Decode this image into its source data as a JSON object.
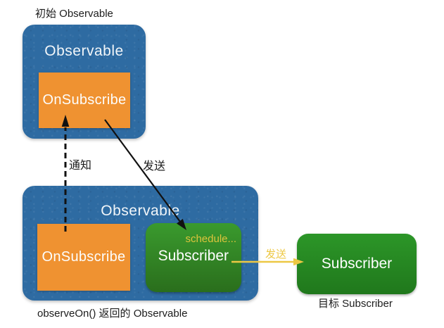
{
  "colors": {
    "blue": "#2e6ba2",
    "orange": "#ef9231",
    "green_gradient_top": "#3a9a2e",
    "green_gradient_bottom": "#2a6e1c",
    "target_green_top": "#2c9628",
    "target_green_bottom": "#20781c",
    "yellow": "#edc844",
    "text": "#1c1c1c",
    "white": "#ffffff"
  },
  "source_observable": {
    "caption": "初始 Observable",
    "title": "Observable",
    "on_subscribe_label": "OnSubscribe"
  },
  "returned_observable": {
    "title": "Observable",
    "on_subscribe_label": "OnSubscribe",
    "inner_subscriber": {
      "schedule_label": "schedule...",
      "label": "Subscriber"
    },
    "caption": "observeOn() 返回的 Observable"
  },
  "target_subscriber": {
    "label": "Subscriber",
    "caption": "目标 Subscriber"
  },
  "arrows": {
    "notify": {
      "label": "通知"
    },
    "send_to_scheduler": {
      "label": "发送"
    },
    "send_to_target": {
      "label": "发送"
    }
  }
}
